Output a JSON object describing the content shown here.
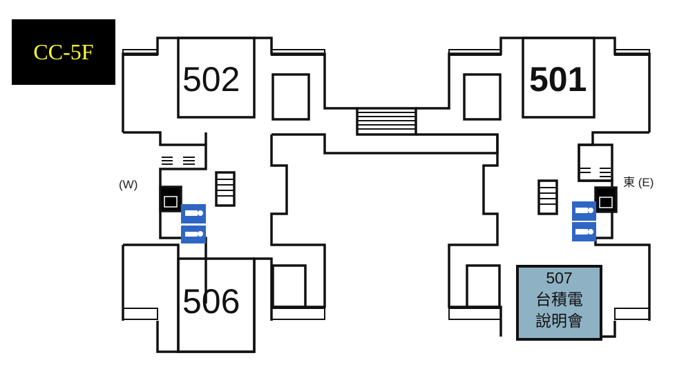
{
  "floor_label": "CC-5F",
  "rooms": {
    "r502": "502",
    "r501": "501",
    "r506": "506",
    "r507": {
      "number": "507",
      "line1": "台積電",
      "line2": "說明會"
    }
  },
  "directions": {
    "west": "(W)",
    "east": "東 (E)"
  },
  "colors": {
    "label_bg": "#000000",
    "label_text": "#ffff33",
    "highlight_room": "#8eb2c4",
    "restroom_sign": "#2f66c4"
  }
}
